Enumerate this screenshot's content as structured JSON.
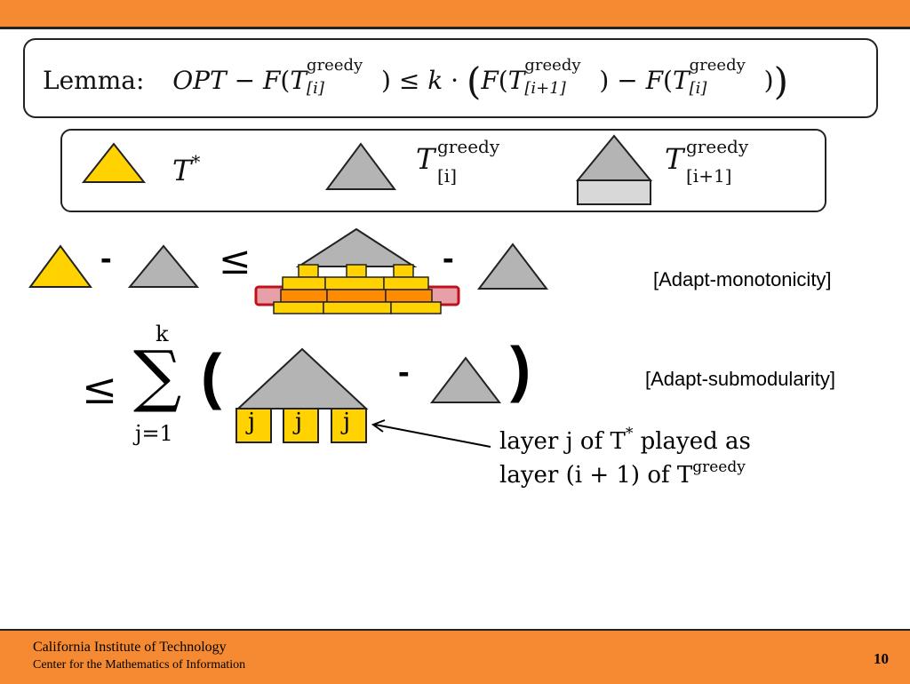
{
  "slide": {
    "lemma": {
      "lead": "Lemma:",
      "opt": "OPT",
      "minus": "−",
      "F": "F",
      "T": "T",
      "sup_greedy": "greedy",
      "sub_i": "[i]",
      "sub_i1": "[i+1]",
      "leq": "≤",
      "k": "k",
      "cdot": "·"
    },
    "legend": {
      "t_star": "T",
      "t_star_sup": "*",
      "t_greedy": "T",
      "t_greedy_sup": "greedy",
      "t_greedy_sub": "[i]",
      "t_greedy2": "T",
      "t_greedy2_sup": "greedy",
      "t_greedy2_sub": "[i+1]"
    },
    "row1": {
      "minus": "-",
      "leq": "≤",
      "minus2": "-",
      "tag": "[Adapt-monotonicity]"
    },
    "row2": {
      "leq": "≤",
      "sum": "∑",
      "upper": "k",
      "lower": "j=1",
      "open": "(",
      "close": ")",
      "minus": "-",
      "block_label": "j",
      "tag": "[Adapt-submodularity]"
    },
    "annotation": {
      "line1_a": "layer ",
      "line1_j": "j",
      "line1_b": " of ",
      "line1_T": "T",
      "line1_star": "*",
      "line1_c": " played as",
      "line2_a": "layer (",
      "line2_i": "i",
      "line2_b": " + 1) of ",
      "line2_T": "T",
      "line2_sup": "greedy"
    },
    "footer": {
      "org": "California Institute of Technology",
      "center": "Center for the Mathematics of Information",
      "page": "10"
    },
    "colors": {
      "accent": "#f58a32",
      "gold": "#ffd200",
      "gray": "#b4b4b4",
      "red": "#c0101a",
      "pink": "#e8a0a8",
      "light": "#d8d8d8"
    }
  }
}
